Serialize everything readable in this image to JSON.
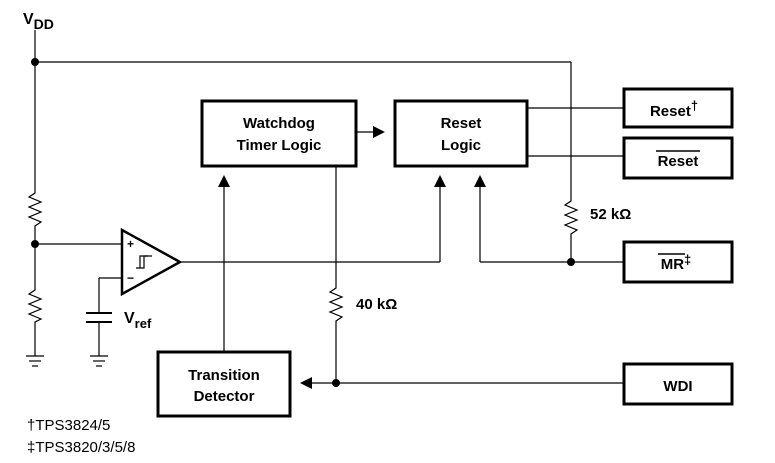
{
  "supply": {
    "main": "V",
    "sub": "DD"
  },
  "blocks": {
    "watchdog": [
      "Watchdog",
      "Timer Logic"
    ],
    "reset_logic": [
      "Reset",
      "Logic"
    ],
    "transition": [
      "Transition",
      "Detector"
    ]
  },
  "pins": {
    "reset": {
      "text": "Reset",
      "mark": "†"
    },
    "reset_bar": {
      "text": "Reset"
    },
    "mr": {
      "text": "MR",
      "mark": "‡"
    },
    "wdi": {
      "text": "WDI"
    }
  },
  "resistors": {
    "r52": "52 kΩ",
    "r40": "40 kΩ"
  },
  "vref": {
    "main": "V",
    "sub": "ref"
  },
  "comparator": {
    "plus": "+",
    "minus": "−"
  },
  "footnotes": [
    {
      "mark": "†",
      "text": "TPS3824/5"
    },
    {
      "mark": "‡",
      "text": "TPS3820/3/5/8"
    }
  ]
}
